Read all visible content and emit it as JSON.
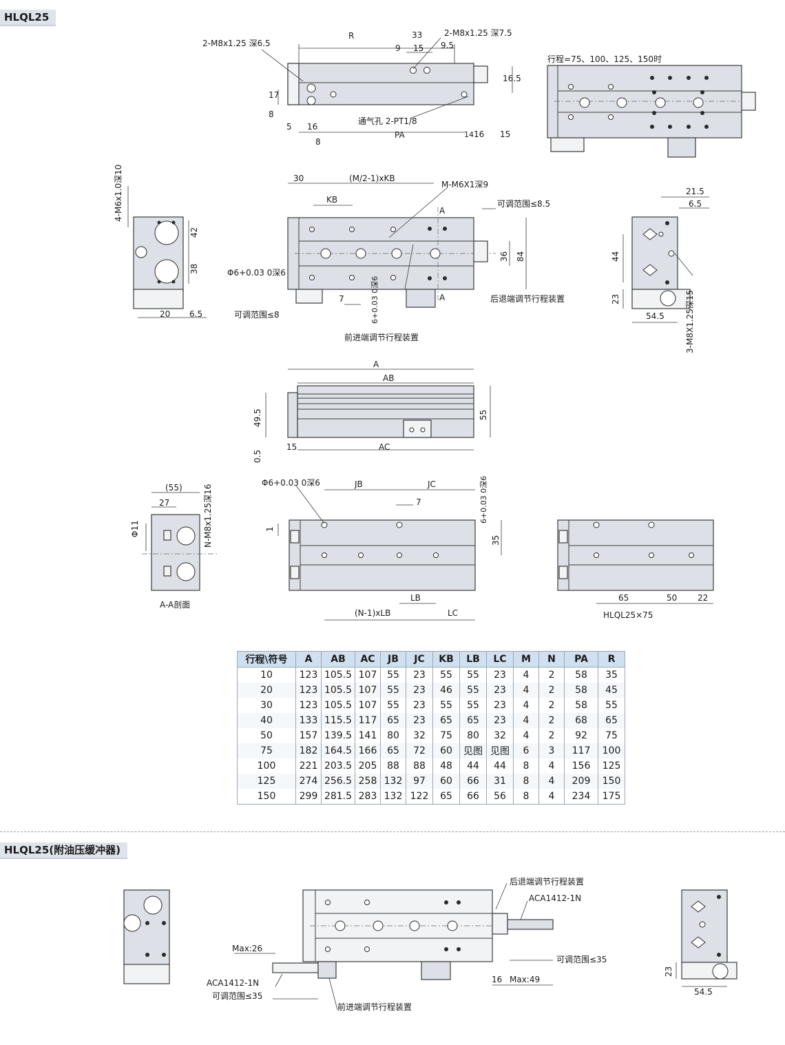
{
  "titles": {
    "main": "HLQL25",
    "buffer": "HLQL25(附油压缓冲器)"
  },
  "labels": {
    "top_left_thread": "2-M8x1.25 深6.5",
    "top_right_thread": "2-M8x1.25 深7.5",
    "vent": "通气孔 2-PT1/8",
    "stroke_note": "行程=75、100、125、150时",
    "side_thread": "4-M6x1.0深10",
    "mid_thread": "M-M6X1深9",
    "adj_8_5": "可调范围≤8.5",
    "adj_8": "可调范围≤8",
    "rear_adjust": "后退端调节行程装置",
    "front_adjust": "前进端调节行程装置",
    "pin_hole": "Φ6+0.03 0深6",
    "pin_small": "6+0.03 0深6",
    "pin_small2": "6+0.03 0深6",
    "pin_hole2": "Φ6+0.03 0深6",
    "right_thread": "3-M8X1.25深15",
    "section_thread": "N-M8x1.25深16",
    "section_caption": "A-A剖面",
    "model_75": "HLQL25×75",
    "section_a": "A",
    "section_a2": "A",
    "b_rear_adjust": "后退端调节行程装置",
    "b_absorber_r": "ACA1412-1N",
    "b_absorber_l": "ACA1412-1N",
    "b_max26": "Max:26",
    "b_max49": "Max:49",
    "b_adj35_r": "可调范围≤35",
    "b_adj35_l": "可调范围≤35",
    "b_front_adjust": "前进端调节行程装置",
    "b_16": "16",
    "b_23": "23",
    "b_54_5": "54.5"
  },
  "dims": {
    "R": "R",
    "d33": "33",
    "d9": "9",
    "d15": "15",
    "d9_5": "9.5",
    "d16_5": "16.5",
    "d17": "17",
    "d8v": "8",
    "d5": "5",
    "d16": "16",
    "d8": "8",
    "PA": "PA",
    "d14": "14",
    "d16b": "16",
    "d15b": "15",
    "d30": "30",
    "MKB": "(M/2-1)xKB",
    "KB": "KB",
    "d36": "36",
    "d84": "84",
    "d7": "7",
    "d21_5": "21.5",
    "d6_5": "6.5",
    "d42": "42",
    "d38": "38",
    "d20": "20",
    "d6_5b": "6.5",
    "d44": "44",
    "d23": "23",
    "d54_5": "54.5",
    "A": "A",
    "AB": "AB",
    "AC": "AC",
    "d49_5": "49.5",
    "d0_5": "0.5",
    "d15c": "15",
    "d55": "55",
    "d55p": "(55)",
    "d27": "27",
    "phi11": "Φ11",
    "JB": "JB",
    "JC": "JC",
    "d7b": "7",
    "d35": "35",
    "d1": "1",
    "LB": "LB",
    "NLB": "(N-1)xLB",
    "LC": "LC",
    "d65": "65",
    "d50": "50",
    "d22": "22"
  },
  "spec_table": {
    "headers": [
      "行程\\符号",
      "A",
      "AB",
      "AC",
      "JB",
      "JC",
      "KB",
      "LB",
      "LC",
      "M",
      "N",
      "PA",
      "R"
    ],
    "rows": [
      [
        "10",
        "123",
        "105.5",
        "107",
        "55",
        "23",
        "55",
        "55",
        "23",
        "4",
        "2",
        "58",
        "35"
      ],
      [
        "20",
        "123",
        "105.5",
        "107",
        "55",
        "23",
        "46",
        "55",
        "23",
        "4",
        "2",
        "58",
        "45"
      ],
      [
        "30",
        "123",
        "105.5",
        "107",
        "55",
        "23",
        "55",
        "55",
        "23",
        "4",
        "2",
        "58",
        "55"
      ],
      [
        "40",
        "133",
        "115.5",
        "117",
        "65",
        "23",
        "65",
        "65",
        "23",
        "4",
        "2",
        "68",
        "65"
      ],
      [
        "50",
        "157",
        "139.5",
        "141",
        "80",
        "32",
        "75",
        "80",
        "32",
        "4",
        "2",
        "92",
        "75"
      ],
      [
        "75",
        "182",
        "164.5",
        "166",
        "65",
        "72",
        "60",
        "见图",
        "见图",
        "6",
        "3",
        "117",
        "100"
      ],
      [
        "100",
        "221",
        "203.5",
        "205",
        "88",
        "88",
        "48",
        "44",
        "44",
        "8",
        "4",
        "156",
        "125"
      ],
      [
        "125",
        "274",
        "256.5",
        "258",
        "132",
        "97",
        "60",
        "66",
        "31",
        "8",
        "4",
        "209",
        "150"
      ],
      [
        "150",
        "299",
        "281.5",
        "283",
        "132",
        "122",
        "65",
        "66",
        "56",
        "8",
        "4",
        "234",
        "175"
      ]
    ],
    "col_widths": [
      84,
      36,
      48,
      36,
      36,
      38,
      38,
      38,
      38,
      36,
      36,
      48,
      38
    ]
  }
}
